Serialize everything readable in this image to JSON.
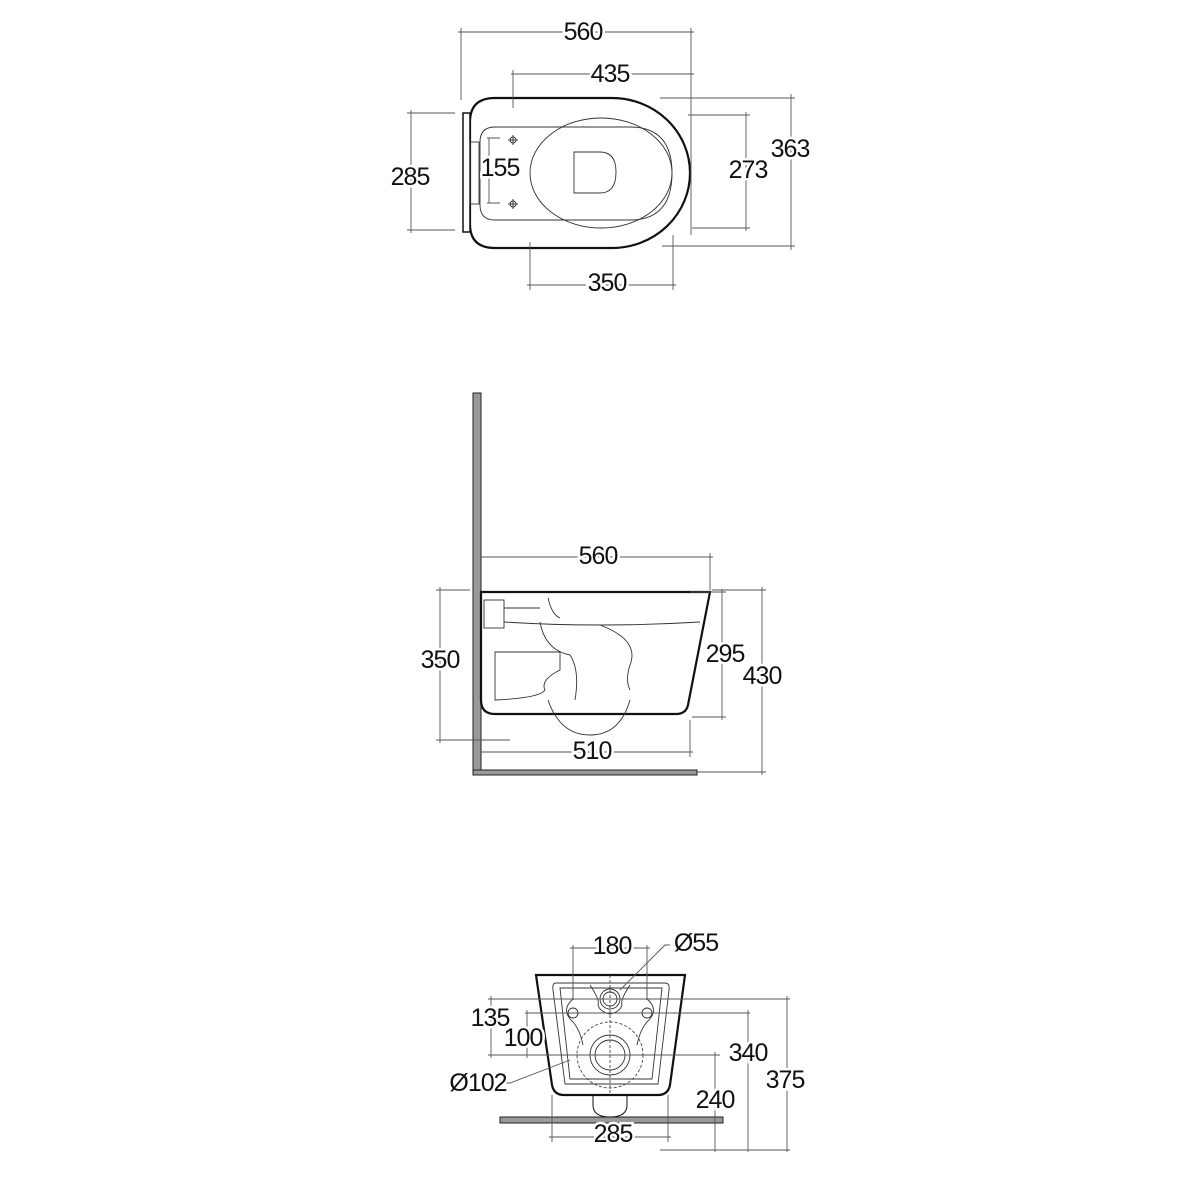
{
  "top_view": {
    "dims": {
      "overall_length": "560",
      "seat_length": "435",
      "width_285": "285",
      "fixing_155": "155",
      "seat_width": "273",
      "overall_width": "363",
      "bowl_350": "350"
    }
  },
  "side_view": {
    "dims": {
      "length": "560",
      "height_floor": "350",
      "bowl_height": "295",
      "total_height": "430",
      "projection": "510"
    }
  },
  "front_view": {
    "dims": {
      "fixing_centres": "180",
      "inlet_dia": "Ø55",
      "h135": "135",
      "h100": "100",
      "outlet_dia": "Ø102",
      "h340": "340",
      "h375": "375",
      "h240": "240",
      "width": "285"
    }
  }
}
